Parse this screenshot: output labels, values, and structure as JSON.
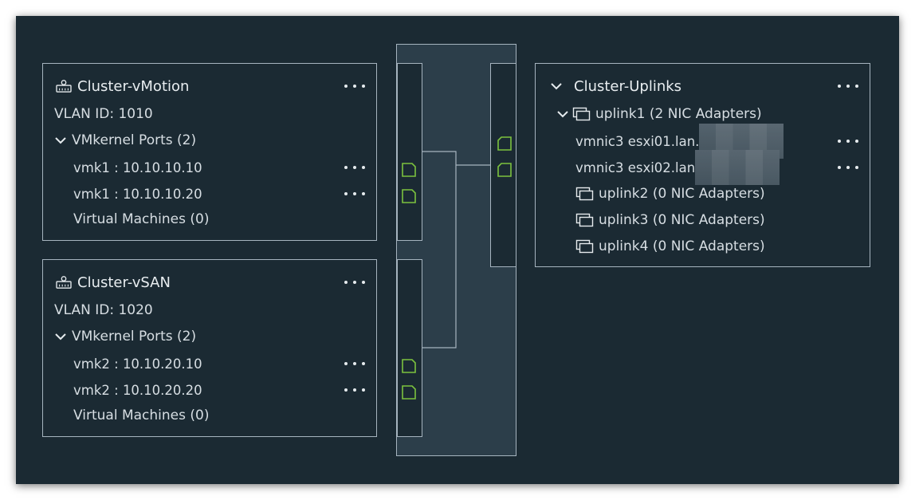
{
  "portgroups": [
    {
      "name": "Cluster-vMotion",
      "vlan": "VLAN ID: 1010",
      "vmkernel_label": "VMkernel Ports (2)",
      "ports": [
        "vmk1 : 10.10.10.10",
        "vmk1 : 10.10.10.20"
      ],
      "vms_label": "Virtual Machines (0)"
    },
    {
      "name": "Cluster-vSAN",
      "vlan": "VLAN ID: 1020",
      "vmkernel_label": "VMkernel Ports (2)",
      "ports": [
        "vmk2 : 10.10.20.10",
        "vmk2 : 10.10.20.20"
      ],
      "vms_label": "Virtual Machines (0)"
    }
  ],
  "uplinks": {
    "name": "Cluster-Uplinks",
    "items": [
      {
        "label": "uplink1 (2 NIC Adapters)",
        "nics": [
          "vmnic3 esxi01.lan.",
          "vmnic3 esxi02.lan"
        ]
      },
      {
        "label": "uplink2 (0 NIC Adapters)"
      },
      {
        "label": "uplink3 (0 NIC Adapters)"
      },
      {
        "label": "uplink4 (0 NIC Adapters)"
      }
    ]
  },
  "colors": {
    "background": "#1b2a33",
    "switch_fill": "#2c3e4a",
    "border": "#a6b4bf",
    "port_green": "#7cc23e"
  },
  "icons": {
    "portgroup": "portgroup-icon",
    "uplink": "uplink-adapter-icon",
    "more": "more-dots-icon",
    "chevron": "chevron-down-icon",
    "port": "network-port-icon"
  }
}
